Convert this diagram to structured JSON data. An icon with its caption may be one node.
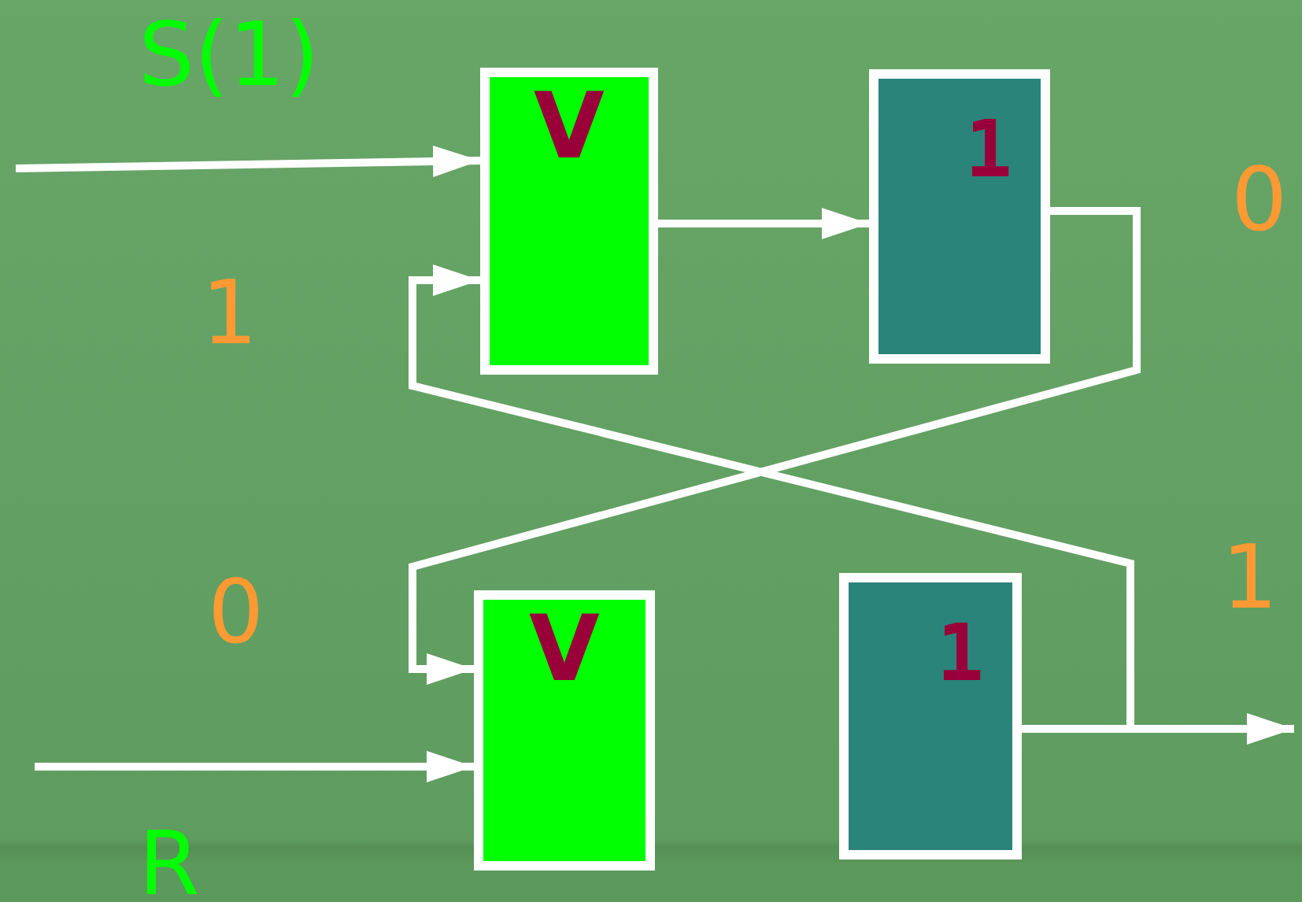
{
  "diagram": {
    "nodes": [
      {
        "text": [
          "V"
        ]
      },
      {
        "text": [
          "1"
        ]
      },
      {
        "text": [
          "V"
        ]
      },
      {
        "text": [
          "1"
        ]
      }
    ],
    "edges": [
      {
        "from": null,
        "to": 0,
        "arrow": "to"
      },
      {
        "from": 0,
        "to": 1,
        "arrow": "to"
      },
      {
        "from": 1,
        "to": 2,
        "arrow": "to"
      },
      {
        "from": 3,
        "to": 0,
        "arrow": "to"
      },
      {
        "from": null,
        "to": 2,
        "arrow": "to"
      },
      {
        "from": 3,
        "to": null,
        "arrow": "to"
      }
    ],
    "labels": [
      "S(1)",
      "1",
      "0",
      "0",
      "1",
      "R"
    ]
  }
}
